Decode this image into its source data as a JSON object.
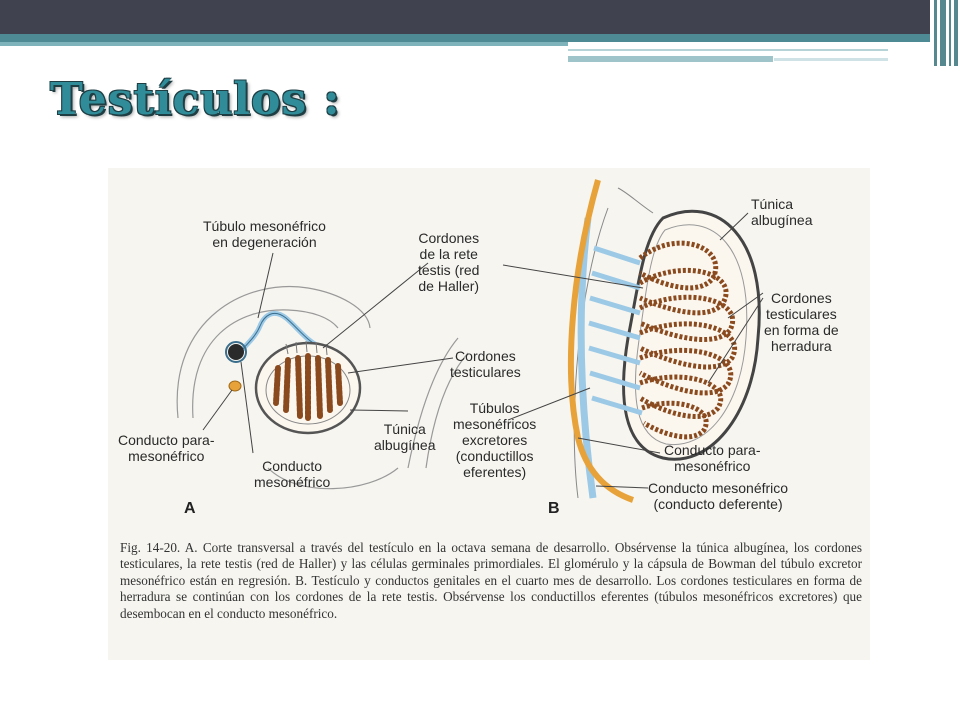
{
  "slide": {
    "title": "Testículos :"
  },
  "figure": {
    "panel_a": {
      "letter": "A",
      "labels": {
        "tubulo": "Túbulo mesonéfrico\nen degeneración",
        "cordones_rete": "Cordones\nde la rete\ntestis (red\nde Haller)",
        "cordones_testiculares": "Cordones\ntesticulares",
        "tunica": "Túnica\nalbugínea",
        "paramesonefrico": "Conducto para-\nmesonéfrico",
        "mesonefrico": "Conducto\nmesonéfrico"
      }
    },
    "panel_b": {
      "letter": "B",
      "labels": {
        "tunica": "Túnica\nalbugínea",
        "cordones_herradura": "Cordones\ntesticulares\nen forma de\nherradura",
        "tubulos_excretores": "Túbulos\nmesonéfricos\nexcretores\n(conductillos\neferentes)",
        "paramesonefrico": "Conducto para-\nmesonéfrico",
        "mesonefrico": "Conducto mesonéfrico\n(conducto deferente)"
      }
    },
    "caption": "Fig. 14-20. A. Corte transversal a través del testículo en la octava semana de desarrollo. Obsérvense la túnica albugínea, los cordones testiculares, la rete testis (red de Haller) y las células germinales primordiales. El glomérulo y la cápsula de Bowman del túbulo excretor mesonéfrico están en regresión. B. Testículo y conductos genitales en el cuarto mes de desarrollo. Los cordones testiculares en forma de herradura se continúan con los cordones de la rete testis. Obsérvense los conductillos eferentes (túbulos mesonéfricos excretores) que desembocan en el conducto mesonéfrico."
  },
  "colors": {
    "accent": "#2f8c98",
    "bar": "#40424f",
    "duct_orange": "#e8a23a",
    "duct_blue": "#9cc9e6",
    "cord_brown": "#8a4a1e"
  }
}
